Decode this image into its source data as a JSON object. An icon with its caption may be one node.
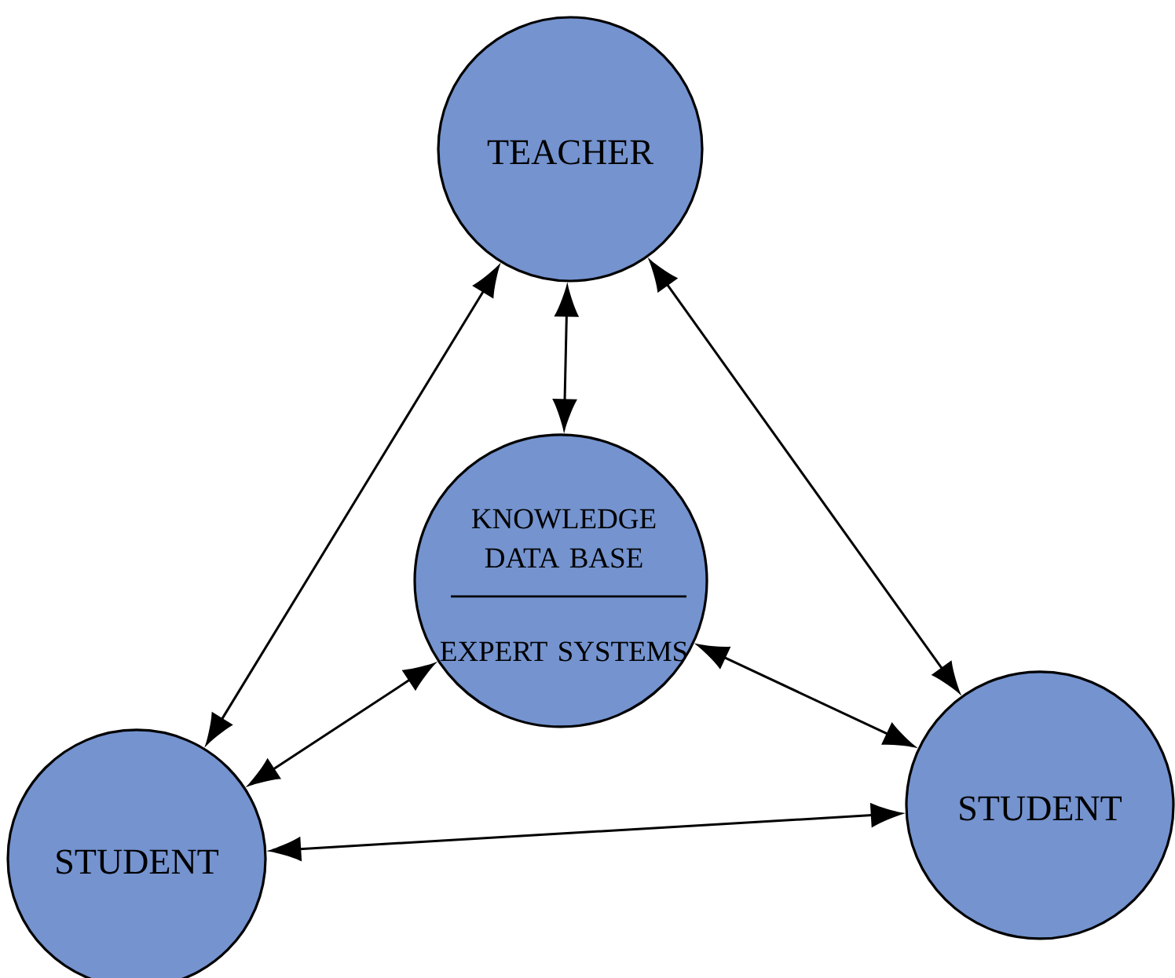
{
  "diagram": {
    "nodes": [
      {
        "text": [
          "TEACHER"
        ]
      },
      {
        "text": [
          "KNOWLEDGE DATA BASE",
          "EXPERT SYSTEMS"
        ]
      },
      {
        "text": [
          "STUDENT"
        ]
      },
      {
        "text": [
          "STUDENT"
        ]
      }
    ],
    "edges": [
      {
        "from": 0,
        "to": 1,
        "arrow": "both"
      },
      {
        "from": 0,
        "to": 2,
        "arrow": "both"
      },
      {
        "from": 0,
        "to": 3,
        "arrow": "both"
      },
      {
        "from": 1,
        "to": 2,
        "arrow": "both"
      },
      {
        "from": 1,
        "to": 3,
        "arrow": "both"
      },
      {
        "from": 2,
        "to": 3,
        "arrow": "both"
      }
    ]
  }
}
